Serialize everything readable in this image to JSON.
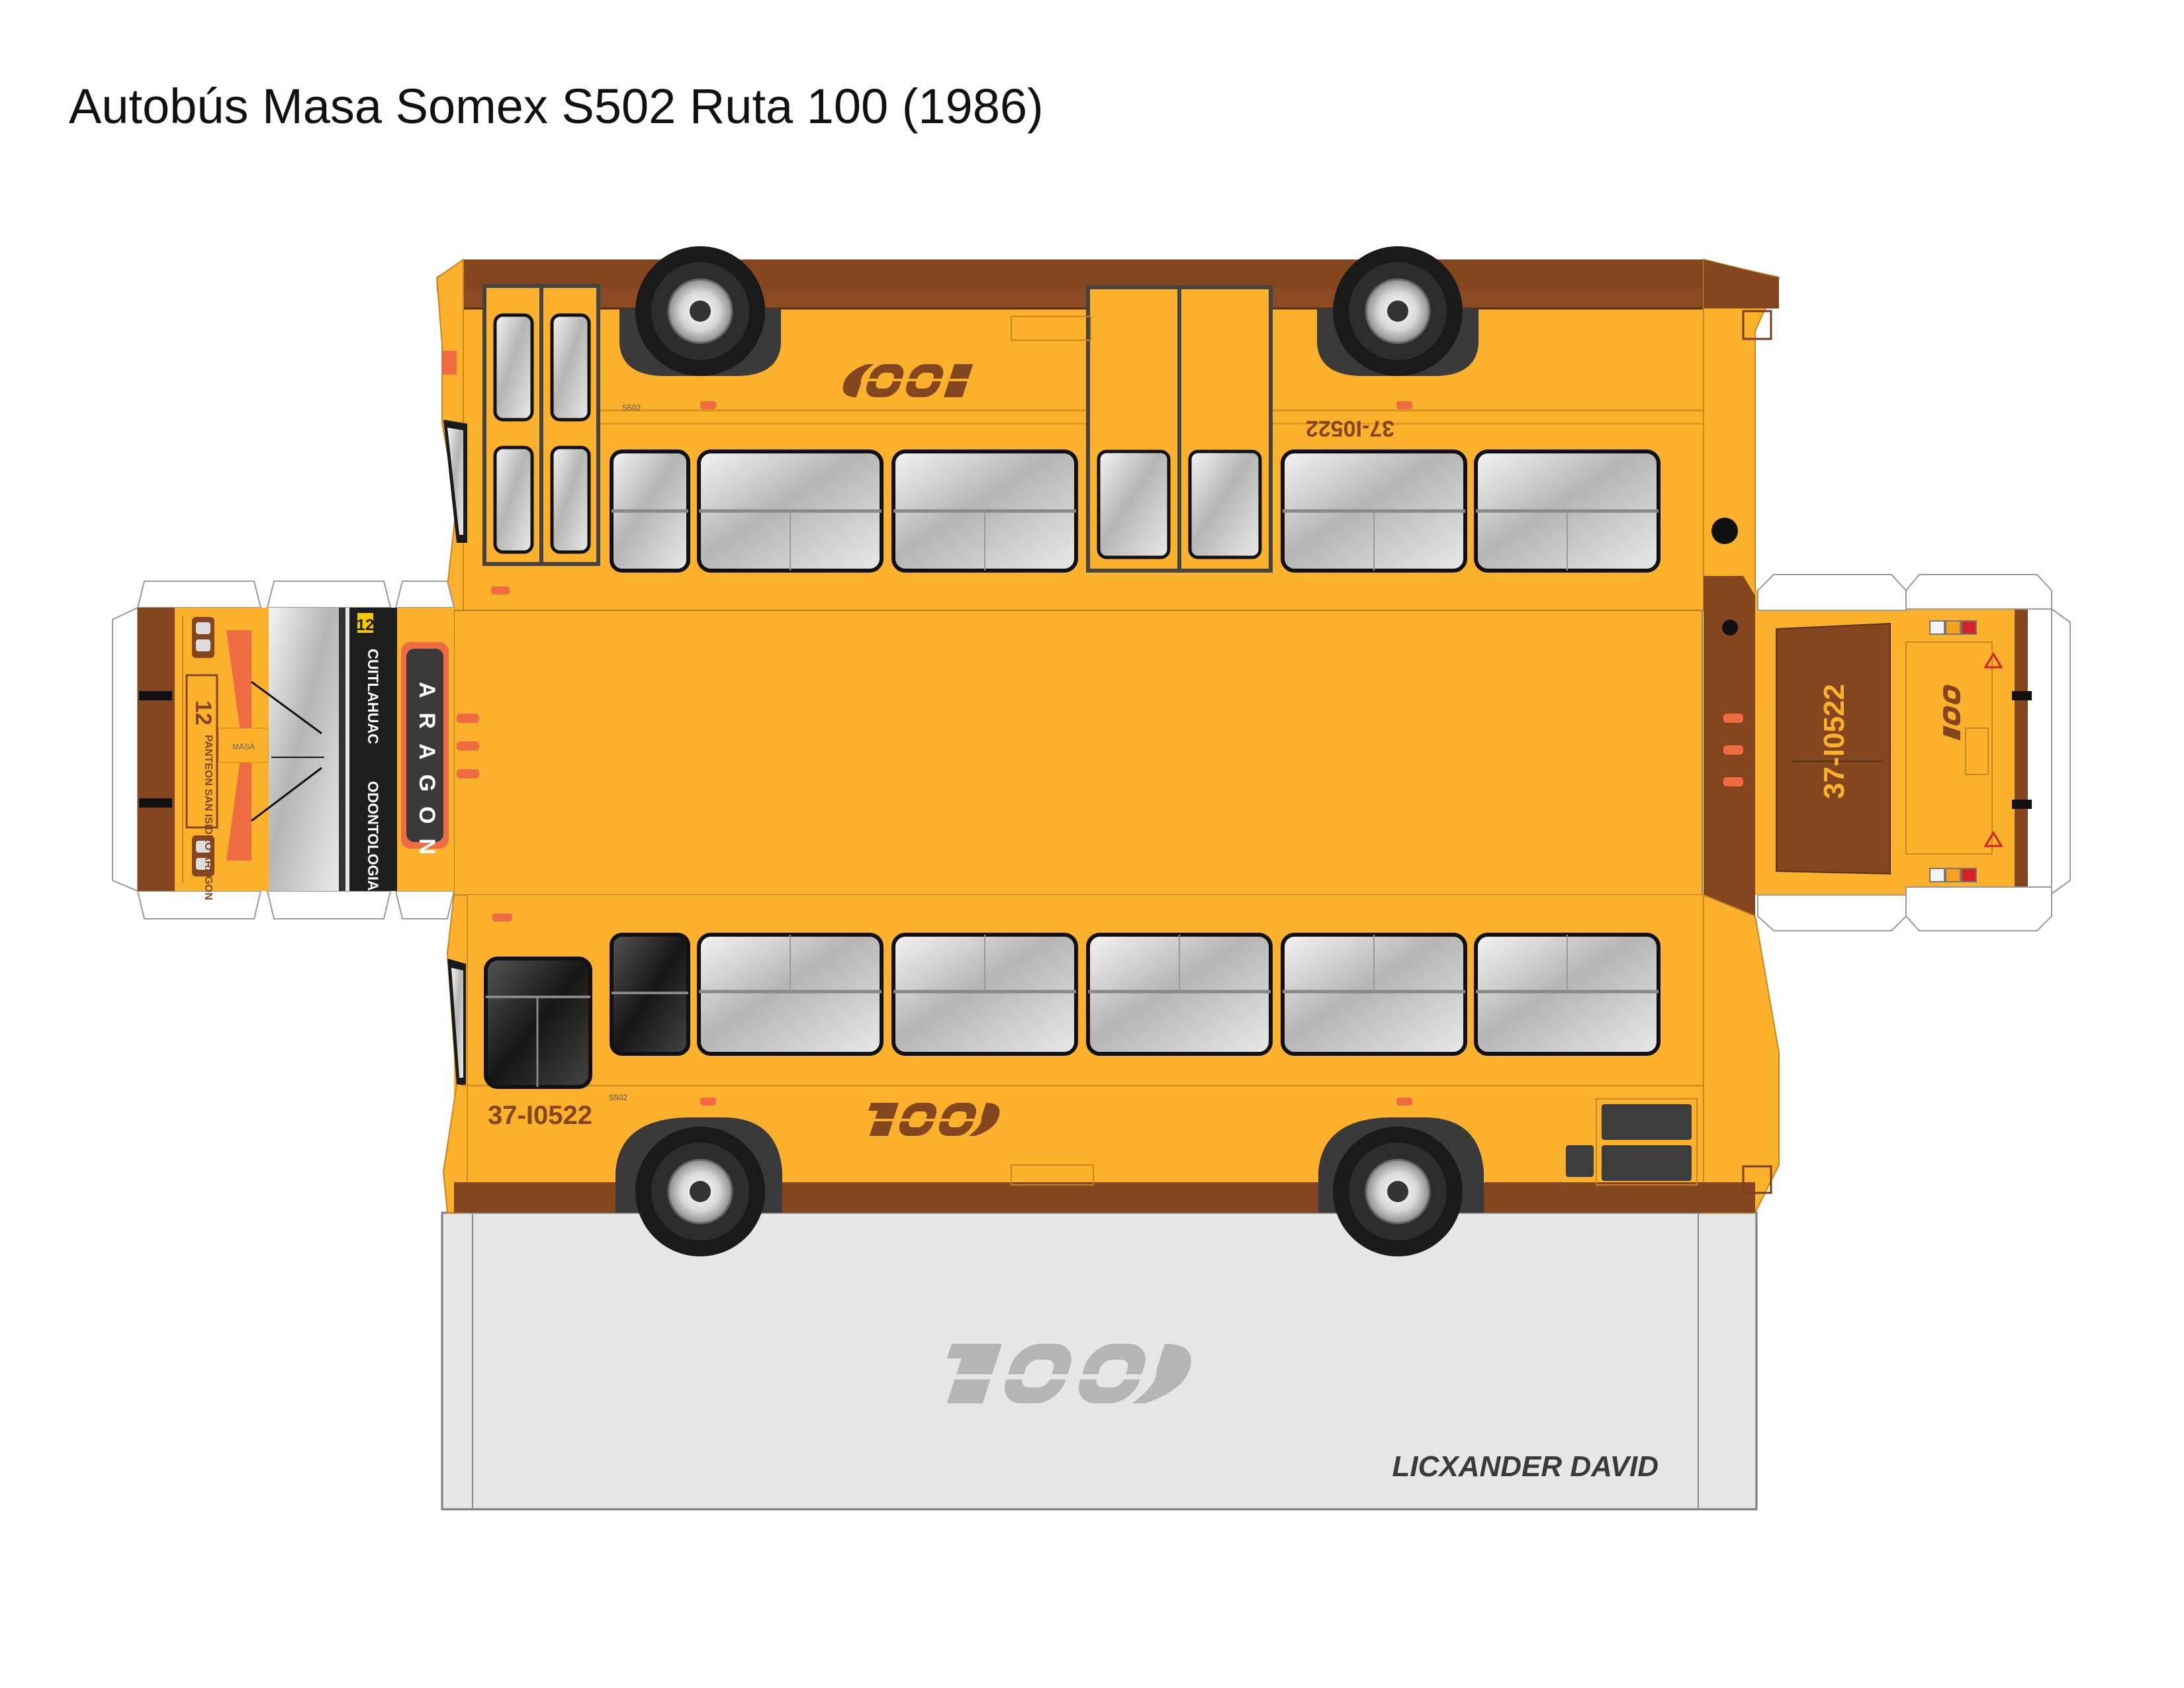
{
  "page": {
    "title": "Autobús Masa Somex S502 Ruta 100 (1986)"
  },
  "bus": {
    "plate_number": "37-I0522",
    "route_number": "12",
    "destination_main": "ARAGON",
    "destination_line1": "CUITLAHUAC",
    "destination_line2": "ODONTOLOGIA",
    "front_small_text": "PANTEON SAN ISIDRO ARAGON",
    "front_badge": "MASA",
    "side_badge": "S502",
    "fleet_logo": "100",
    "colors": {
      "body_yellow": "#fbb12c",
      "trim_brown": "#84461f",
      "base_gray": "#e6e6e6",
      "window_silver": "#c9c9c9",
      "light_orange": "#ef6b42"
    }
  },
  "base": {
    "author": "LICXANDER DAVID",
    "logo": "100"
  },
  "icons": [
    "wheel-icon",
    "warning-triangle-icon",
    "tail-light-icon",
    "headlight-icon",
    "mirror-icon",
    "route-100-logo"
  ]
}
